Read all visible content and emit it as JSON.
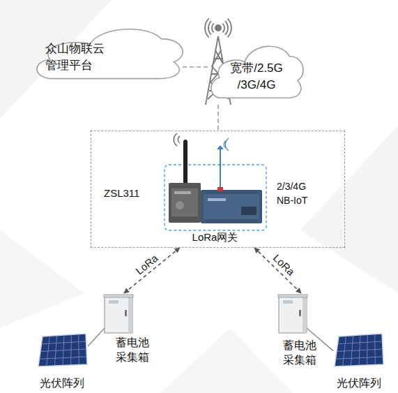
{
  "diagram": {
    "nodes": [
      {
        "text": [
          "众山物联云 管理平台"
        ]
      },
      {
        "text": [
          "宽带/2.5G /3G/4G"
        ]
      },
      {
        "text": [
          "ZSL311",
          "2/3/4G NB-IoT"
        ]
      },
      {
        "text": [
          "LoRa网关"
        ],
        "in": 2
      },
      {
        "text": [
          "蓄电池 采集箱"
        ]
      },
      {
        "text": [
          "蓄电池 采集箱"
        ]
      },
      {
        "text": [
          "光伏阵列"
        ]
      },
      {
        "text": [
          "光伏阵列"
        ]
      }
    ],
    "edges": [
      {
        "from": 4,
        "to": 2,
        "arrow": "both",
        "label": "LoRa"
      },
      {
        "from": 5,
        "to": 2,
        "arrow": "both",
        "label": "LoRa"
      },
      {
        "from": 6,
        "to": 4,
        "arrow": "none"
      },
      {
        "from": 7,
        "to": 5,
        "arrow": "none"
      }
    ]
  }
}
